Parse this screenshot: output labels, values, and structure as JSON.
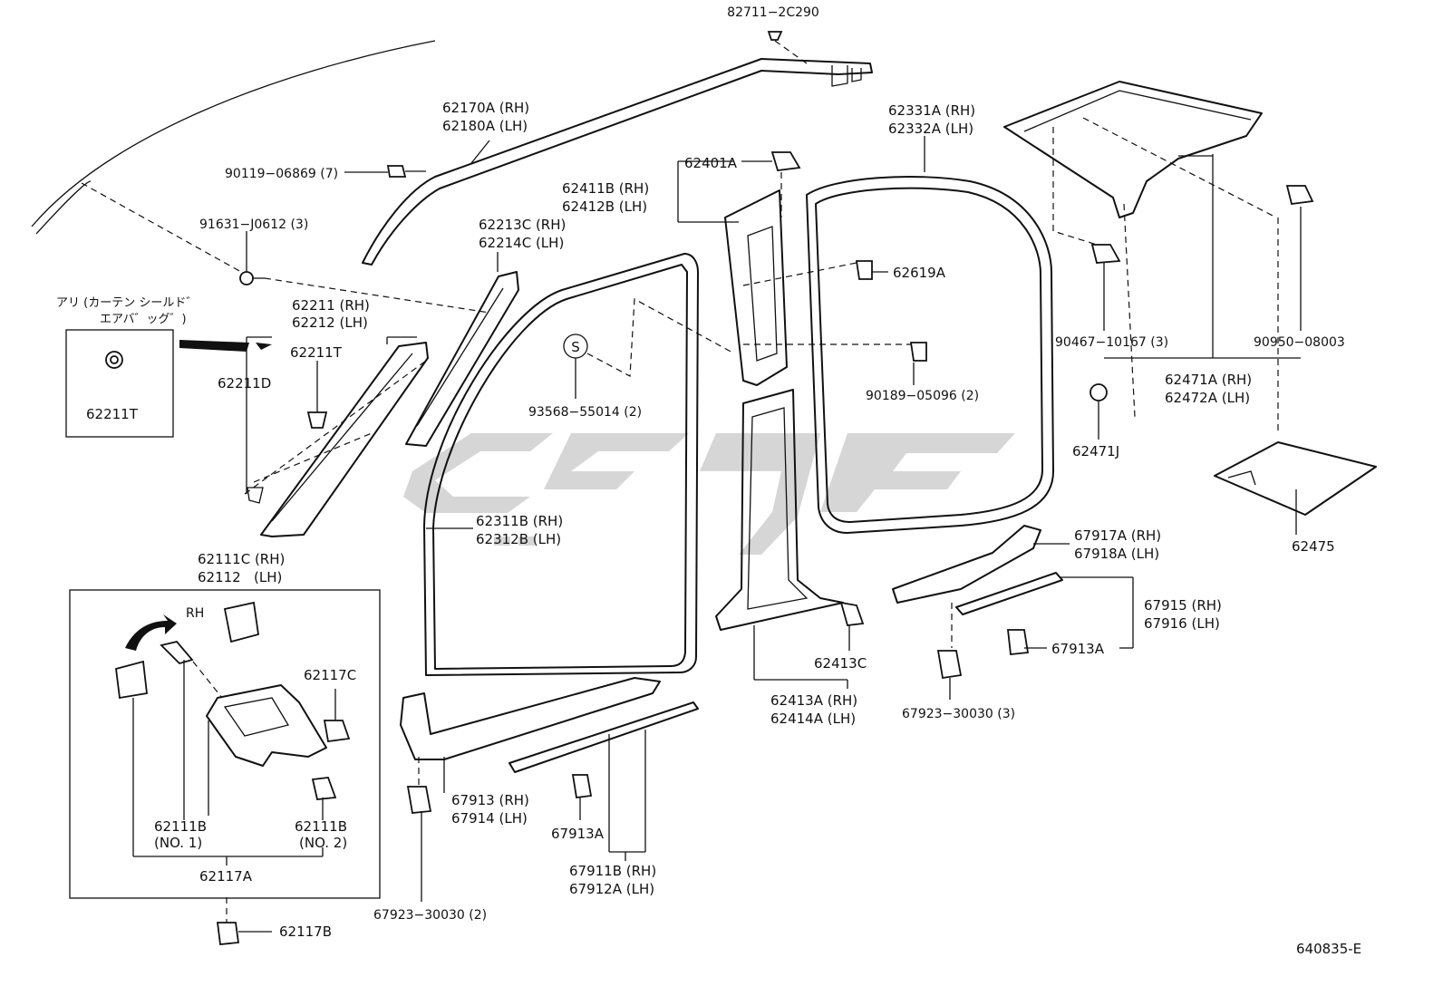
{
  "diagram": {
    "figure_number": "640835-E",
    "inset_airbag": {
      "note_line1": "アリ (カーテン シールド゛",
      "note_line2": "エアバ゛ッグ゛)",
      "part": "62211T"
    },
    "inset_kick_panel": {
      "title_rh": "62111C (RH)",
      "title_lh": "62112   (LH)",
      "rh_tag": "RH",
      "clip_c": "62117C",
      "b1_num": "62111B",
      "b1_tag": "(NO. 1)",
      "b2_num": "62111B",
      "b2_tag": "(NO. 2)",
      "assy": "62117A"
    },
    "labels": {
      "p82711": "82711−2C290",
      "p62170": "62170A (RH)",
      "p62180": "62180A (LH)",
      "p90119": "90119−06869 (7)",
      "p91631": "91631−J0612 (3)",
      "p62211": "62211 (RH)",
      "p62212": "62212 (LH)",
      "p62211T": "62211T",
      "p62211D": "62211D",
      "p62213C": "62213C (RH)",
      "p62214C": "62214C (LH)",
      "p62401A": "62401A",
      "p62411B": "62411B (RH)",
      "p62412B": "62412B (LH)",
      "pS": "S",
      "p93568": "93568−55014 (2)",
      "p62311B": "62311B (RH)",
      "p62312B": "62312B (LH)",
      "p62331A": "62331A (RH)",
      "p62332A": "62332A (LH)",
      "p62619A": "62619A",
      "p90189": "90189−05096 (2)",
      "p90467": "90467−10167 (3)",
      "p90950": "90950−08003",
      "p62471A": "62471A (RH)",
      "p62472A": "62472A (LH)",
      "p62471J": "62471J",
      "p62475": "62475",
      "p62413C": "62413C",
      "p62413A": "62413A (RH)",
      "p62414A": "62414A (LH)",
      "p67917A": "67917A (RH)",
      "p67918A": "67918A (LH)",
      "p67915": "67915 (RH)",
      "p67916": "67916 (LH)",
      "p67913A_r": "67913A",
      "p67923_r": "67923−30030 (3)",
      "p67913": "67913 (RH)",
      "p67914": "67914 (LH)",
      "p67913A_c": "67913A",
      "p67911B": "67911B (RH)",
      "p67912A": "67912A (LH)",
      "p67923_c": "67923−30030 (2)",
      "p62117B": "62117B"
    }
  }
}
